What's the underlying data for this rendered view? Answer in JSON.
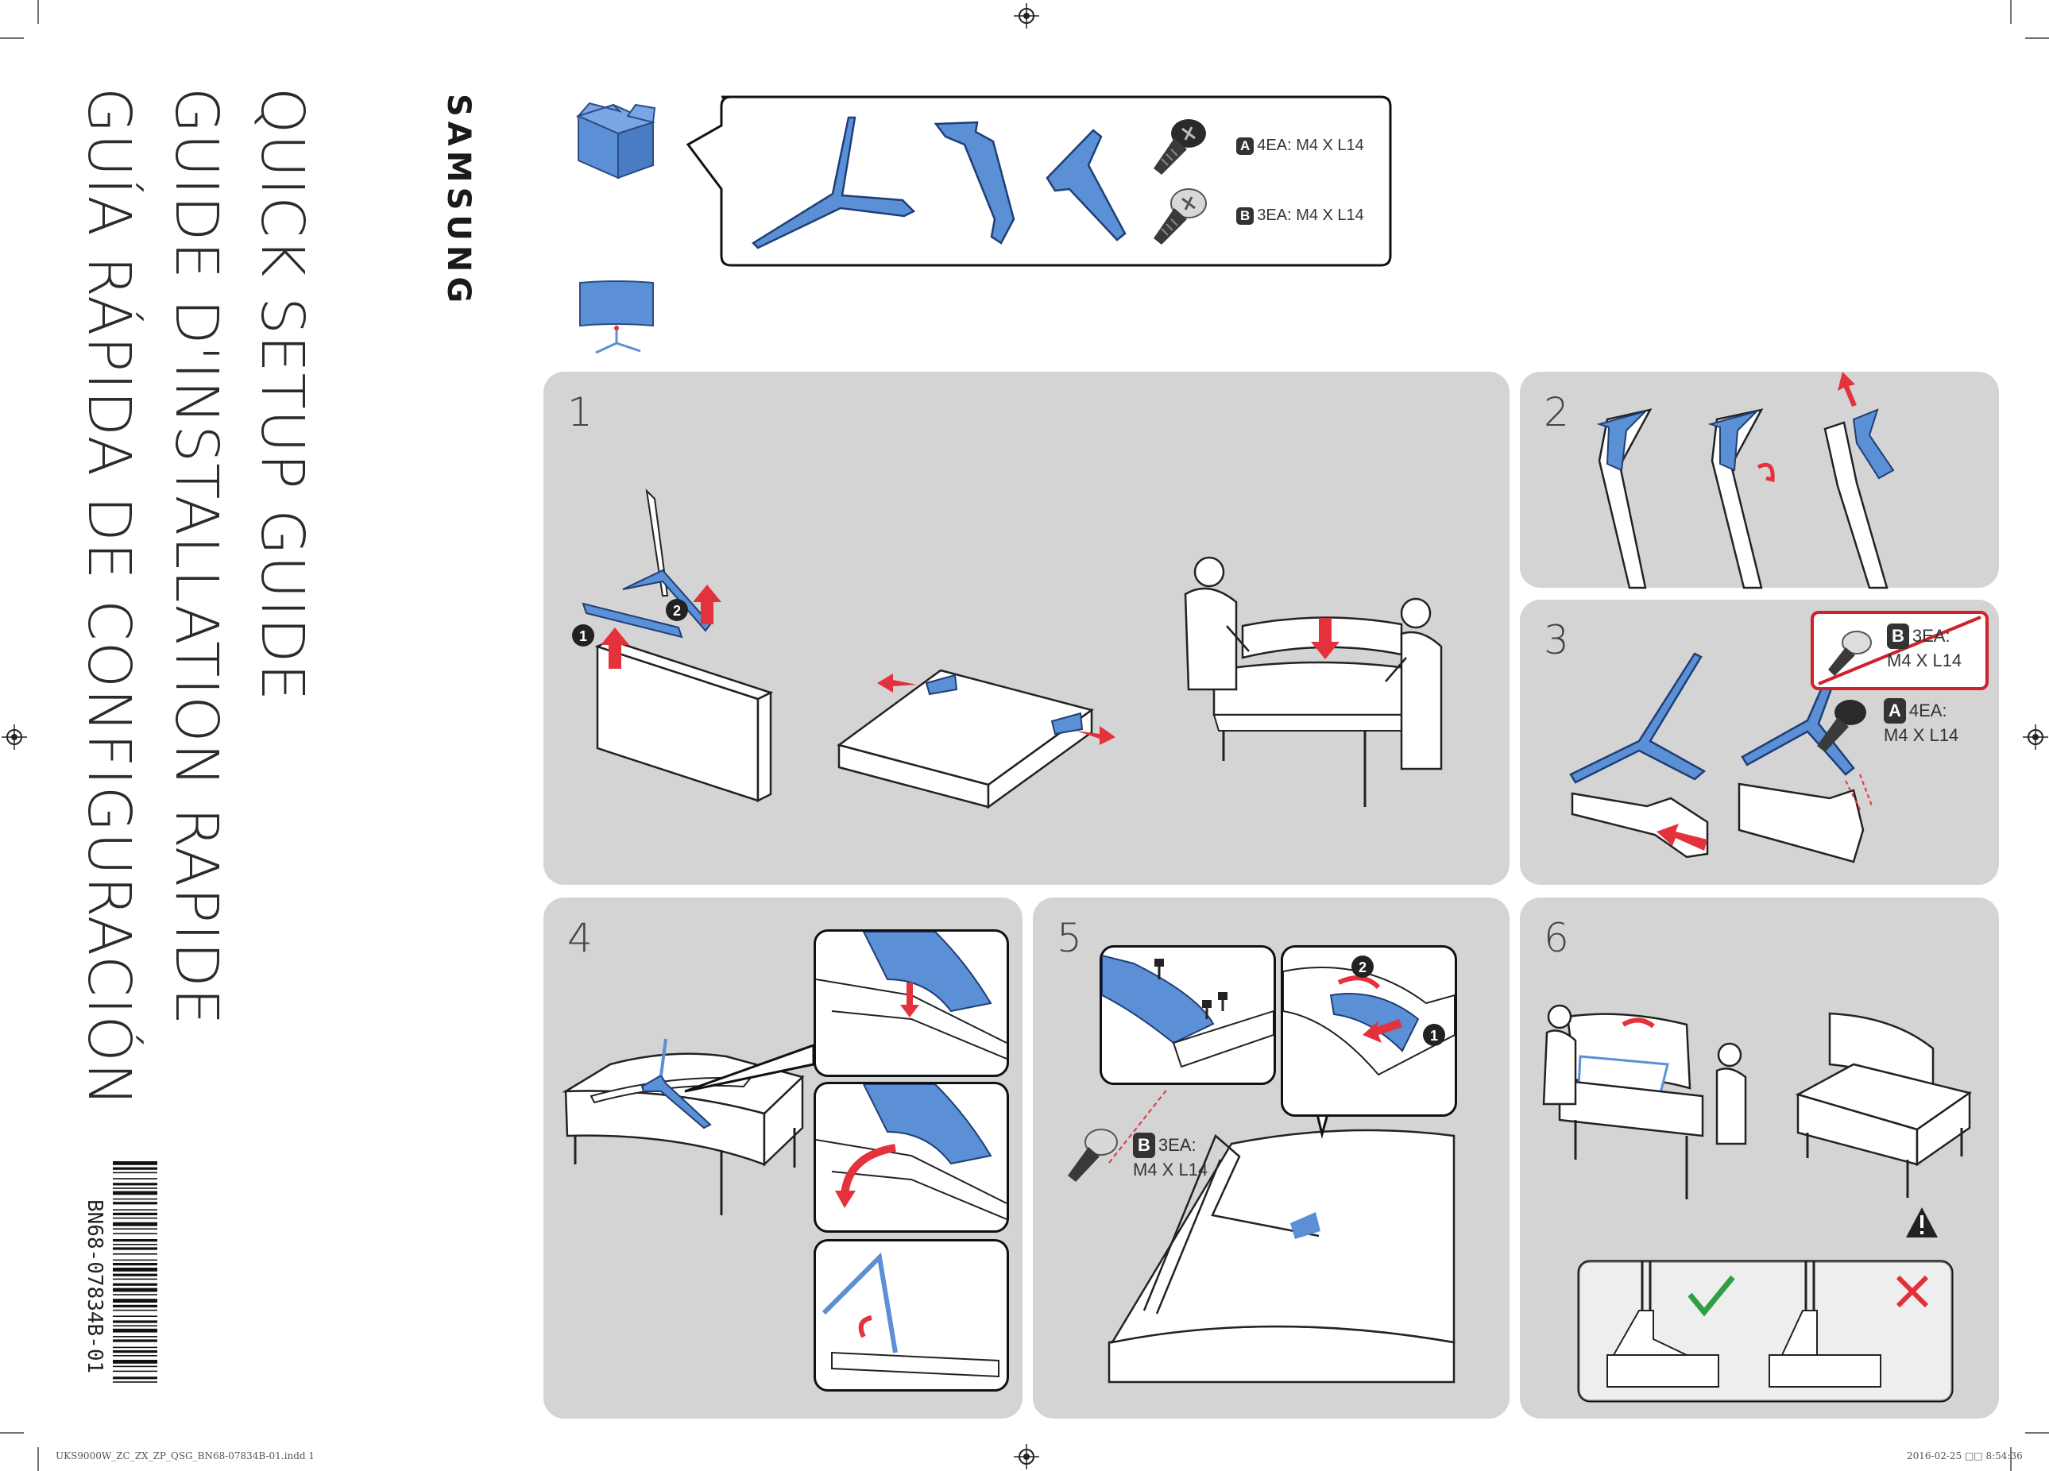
{
  "titles": {
    "en": "QUICK SETUP GUIDE",
    "fr": "GUIDE D'INSTALLATION RAPIDE",
    "es": "GUÍA RÁPIDA DE CONFIGURACIÓN"
  },
  "brand": "SAMSUNG",
  "part_code": "BN68-07834B-01",
  "parts_callout": {
    "screw_a": {
      "badge": "A",
      "label": "4EA: M4 X L14"
    },
    "screw_b": {
      "badge": "B",
      "label": "3EA: M4 X L14"
    }
  },
  "steps": [
    {
      "number": "1"
    },
    {
      "number": "2"
    },
    {
      "number": "3",
      "screw_b": {
        "badge": "B",
        "line1": "3EA:",
        "line2": "M4 X L14"
      },
      "screw_a": {
        "badge": "A",
        "line1": "4EA:",
        "line2": "M4 X L14"
      }
    },
    {
      "number": "4"
    },
    {
      "number": "5",
      "screw_b": {
        "badge": "B",
        "line1": "3EA:",
        "line2": "M4 X L14"
      },
      "marker1": "1",
      "marker2": "2"
    },
    {
      "number": "6"
    }
  ],
  "step1_markers": {
    "m1": "1",
    "m2": "2"
  },
  "colors": {
    "accent_blue": "#5b8fd6",
    "arrow_red": "#e3323c",
    "panel_grey": "#d4d4d4",
    "ok_green": "#2ea043",
    "no_red": "#e0303a"
  },
  "footer": {
    "left": "UKS9000W_ZC_ZX_ZP_QSG_BN68-07834B-01.indd   1",
    "right": "2016-02-25   □□ 8:54:36"
  }
}
